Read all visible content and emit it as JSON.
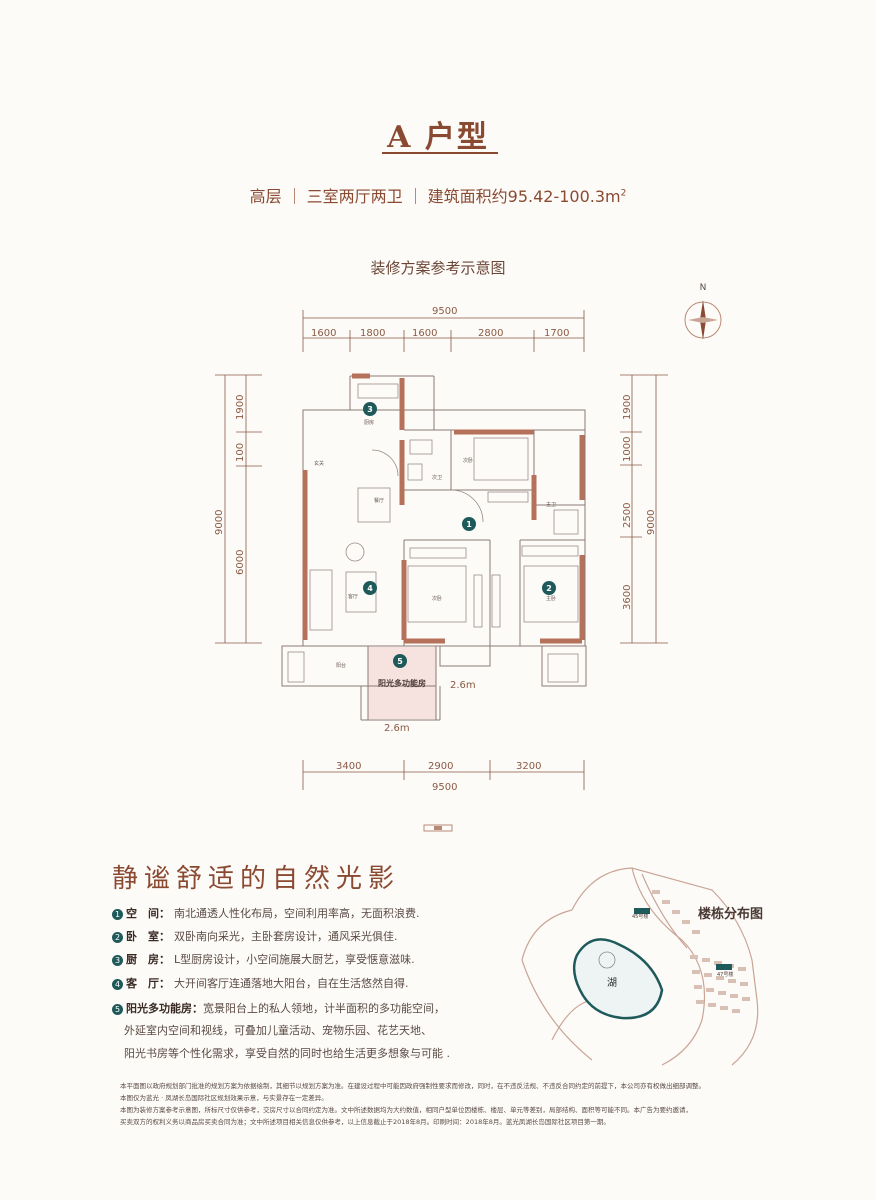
{
  "header": {
    "title": "A 户型",
    "specs": [
      "高层",
      "三室两厅两卫",
      "建筑面积约95.42-100.3m"
    ],
    "area_sup": "2",
    "plan_caption": "装修方案参考示意图"
  },
  "compass": {
    "label": "N"
  },
  "dims": {
    "top_total": "9500",
    "top_segments": [
      "1600",
      "1800",
      "1600",
      "2800",
      "1700"
    ],
    "left_segments": [
      "1900",
      "100",
      "6000"
    ],
    "left_total": "9000",
    "right_segments": [
      "1900",
      "1000",
      "2500",
      "3600"
    ],
    "right_total": "9000",
    "bottom_segments": [
      "3400",
      "2900",
      "3200"
    ],
    "bottom_total": "9500",
    "balcony_width": "2.6m",
    "balcony_depth": "2.6m"
  },
  "rooms": {
    "kitchen": "厨房",
    "entry": "玄关",
    "dining": "餐厅",
    "guest_bath": "次卫",
    "bed_second_a": "次卧",
    "master_bath": "主卫",
    "living": "客厅",
    "bed_second_b": "次卧",
    "master_bed": "主卧",
    "balcony": "阳台",
    "sun_room": "阳光多功能房"
  },
  "markers": [
    "1",
    "2",
    "3",
    "4",
    "5"
  ],
  "tagline": "静谧舒适的自然光影",
  "features": [
    {
      "num": "1",
      "key": "空　间：",
      "text": "南北通透人性化布局，空间利用率高，无面积浪费."
    },
    {
      "num": "2",
      "key": "卧　室：",
      "text": "双卧南向采光，主卧套房设计，通风采光俱佳."
    },
    {
      "num": "3",
      "key": "厨　房：",
      "text": "L型厨房设计，小空间施展大厨艺，享受惬意滋味."
    },
    {
      "num": "4",
      "key": "客　厅：",
      "text": "大开间客厅连通落地大阳台，自在生活悠然自得."
    },
    {
      "num": "5",
      "key": "阳光多功能房：",
      "text": "宽景阳台上的私人领地，计半面积的多功能空间，"
    }
  ],
  "feature_cont": [
    "外延室内空间和视线，可叠加儿童活动、宠物乐园、花艺天地、",
    "阳光书房等个性化需求，享受自然的同时也给生活更多想象与可能 ."
  ],
  "site_map": {
    "title": "楼栋分布图",
    "lake": "湖",
    "building_a": "45号楼",
    "building_b": "47号楼"
  },
  "disclaimer": [
    "本平面图以政府规划部门批准的规划方案为依据绘制，其细节以规划方案为准。在建设过程中可能因政府强制性要求而修改，同时，在不违反法规、不违反合同约定的前提下，本公司亦有权做出细部调整。",
    "本图仅为蓝光 · 凤湖长岛国际社区规划效果示意，与实景存在一定差异。",
    "本图为装修方案参考示意图，所标尺寸仅供参考，交房尺寸以合同约定为准。文中所述数据均为大约数值，相同户型单位因楼栋、楼层、单元等差别，局部结构、面积等可能不同。本广告为要约邀请，",
    "买卖双方的权利义务以商品房买卖合同为准；文中所述项目相关信息仅供参考，以上信息截止于2018年8月。印刷时间：2018年8月。蓝光凤湖长岛国际社区项目第一期。"
  ],
  "colors": {
    "accent": "#8a4a32",
    "wall": "#b5715a",
    "teal": "#1f5a5a",
    "sunroom": "#f6e3df"
  }
}
